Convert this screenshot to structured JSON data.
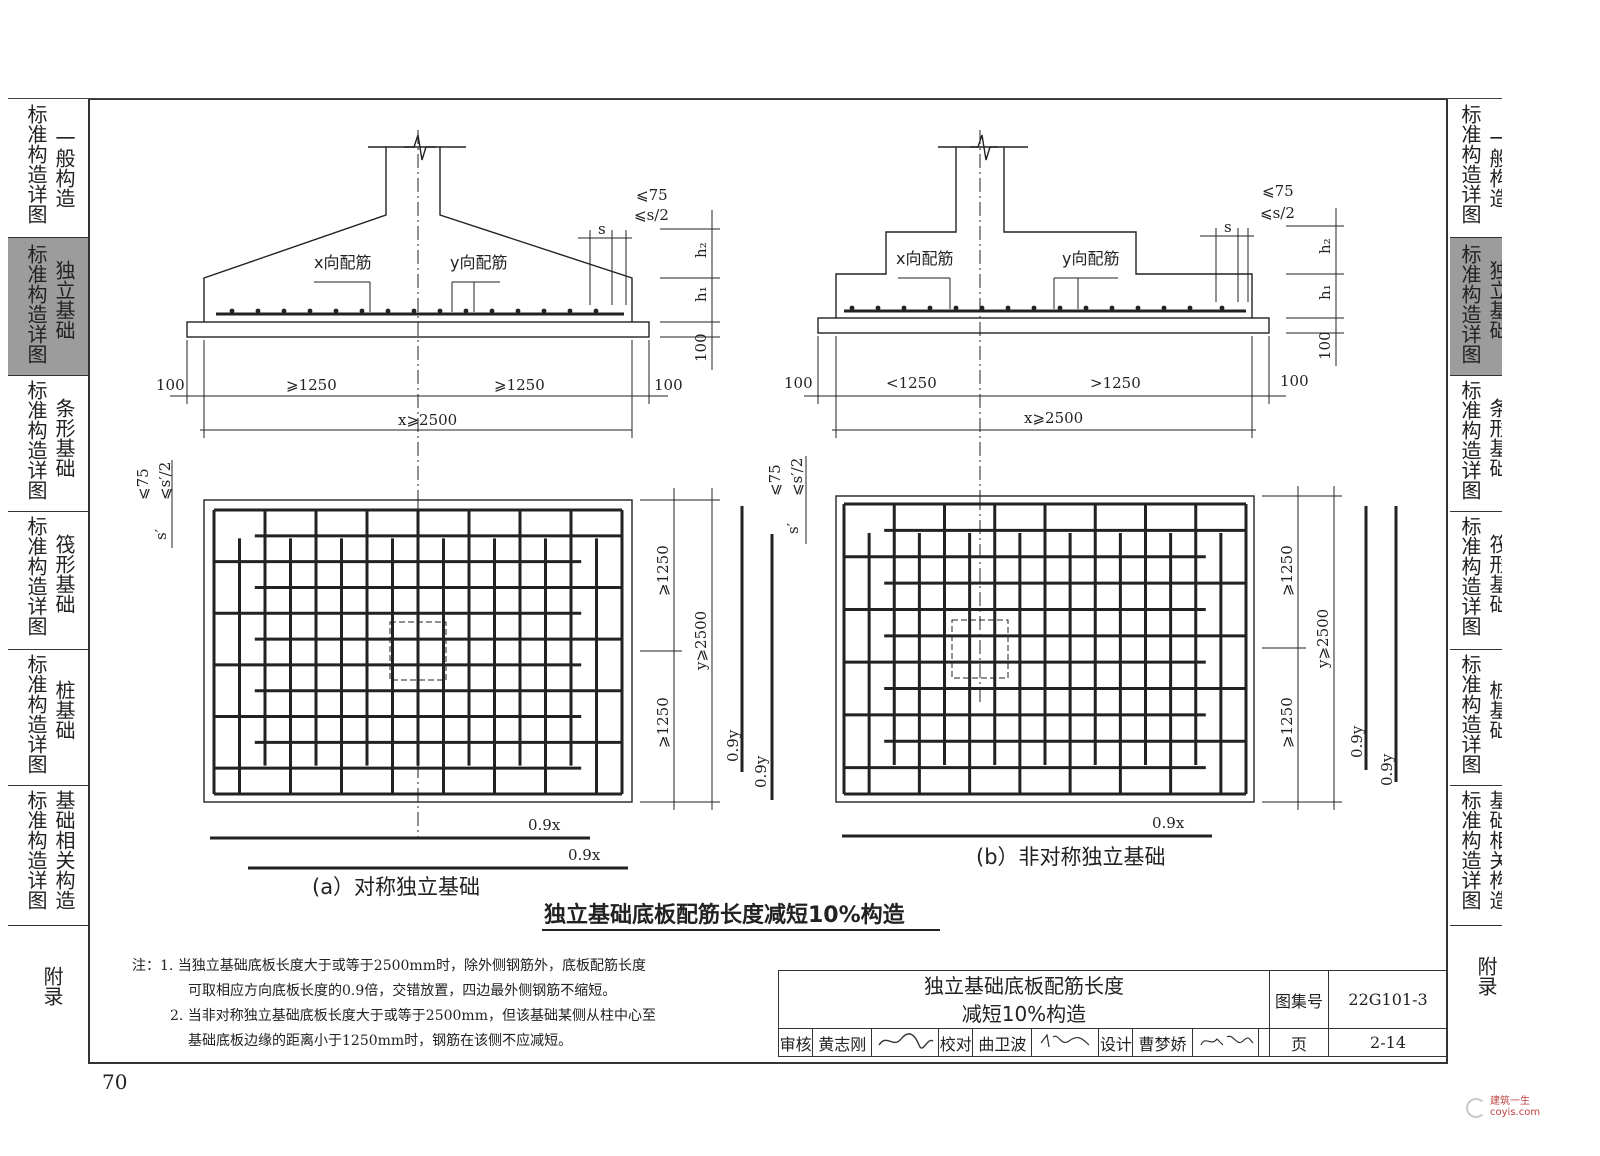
{
  "left_tabs": [
    {
      "a": "标准构造详图",
      "b": "一般构造",
      "active": false
    },
    {
      "a": "标准构造详图",
      "b": "独立基础",
      "active": true
    },
    {
      "a": "标准构造详图",
      "b": "条形基础",
      "active": false
    },
    {
      "a": "标准构造详图",
      "b": "筏形基础",
      "active": false
    },
    {
      "a": "标准构造详图",
      "b": "桩基础",
      "active": false
    },
    {
      "a": "标准构造详图",
      "b": "基础相关构造",
      "active": false
    }
  ],
  "appendix": "附录",
  "page_number": "70",
  "diagram_a": {
    "x_label": "x向配筋",
    "y_label": "y向配筋",
    "le75": "⩽75",
    "les2": "⩽s/2",
    "s": "s",
    "h2": "h₂",
    "h1": "h₁",
    "d100": "100",
    "w100": "100",
    "w_left": "⩾1250",
    "w_right": "⩾1250",
    "w_total": "x⩾2500",
    "plan_le75": "⩽75",
    "plan_les2": "⩽s′/2",
    "plan_s": "s′",
    "v_upper": "⩾1250",
    "v_lower": "⩾1250",
    "v_total": "y⩾2500",
    "v09y_a": "0.9y",
    "v09y_b": "0.9y",
    "h09x_a": "0.9x",
    "h09x_b": "0.9x",
    "caption": "(a）对称独立基础"
  },
  "diagram_b": {
    "x_label": "x向配筋",
    "y_label": "y向配筋",
    "le75": "⩽75",
    "les2": "⩽s/2",
    "s": "s",
    "h2": "h₂",
    "h1": "h₁",
    "d100": "100",
    "w100": "100",
    "w_left": "<1250",
    "w_right": ">1250",
    "w_total": "x⩾2500",
    "plan_le75": "⩽75",
    "plan_les2": "⩽s′/2",
    "plan_s": "s′",
    "v_upper": "⩾1250",
    "v_lower": "⩾1250",
    "v_total": "y⩾2500",
    "v09y_a": "0.9y",
    "v09y_b": "0.9y",
    "h09x": "0.9x",
    "caption": "(b）非对称独立基础"
  },
  "main_title": "独立基础底板配筋长度减短10%构造",
  "notes": {
    "prefix": "注：",
    "n1_l1": "1. 当独立基础底板长度大于或等于2500mm时，除外侧钢筋外，底板配筋长度",
    "n1_l2": "可取相应方向底板长度的0.9倍，交错放置，四边最外侧钢筋不缩短。",
    "n2_l1": "2. 当非对称独立基础底板长度大于或等于2500mm，但该基础某侧从柱中心至",
    "n2_l2": "基础底板边缘的距离小于1250mm时，钢筋在该侧不应减短。"
  },
  "title_block": {
    "title_l1": "独立基础底板配筋长度",
    "title_l2": "减短10%构造",
    "atlas_label": "图集号",
    "atlas_value": "22G101-3",
    "page_label": "页",
    "page_value": "2-14",
    "review": "审核",
    "reviewer": "黄志刚",
    "check": "校对",
    "checker": "曲卫波",
    "design": "设计",
    "designer": "曹梦娇"
  },
  "watermark": "建筑一生 coyis.com"
}
